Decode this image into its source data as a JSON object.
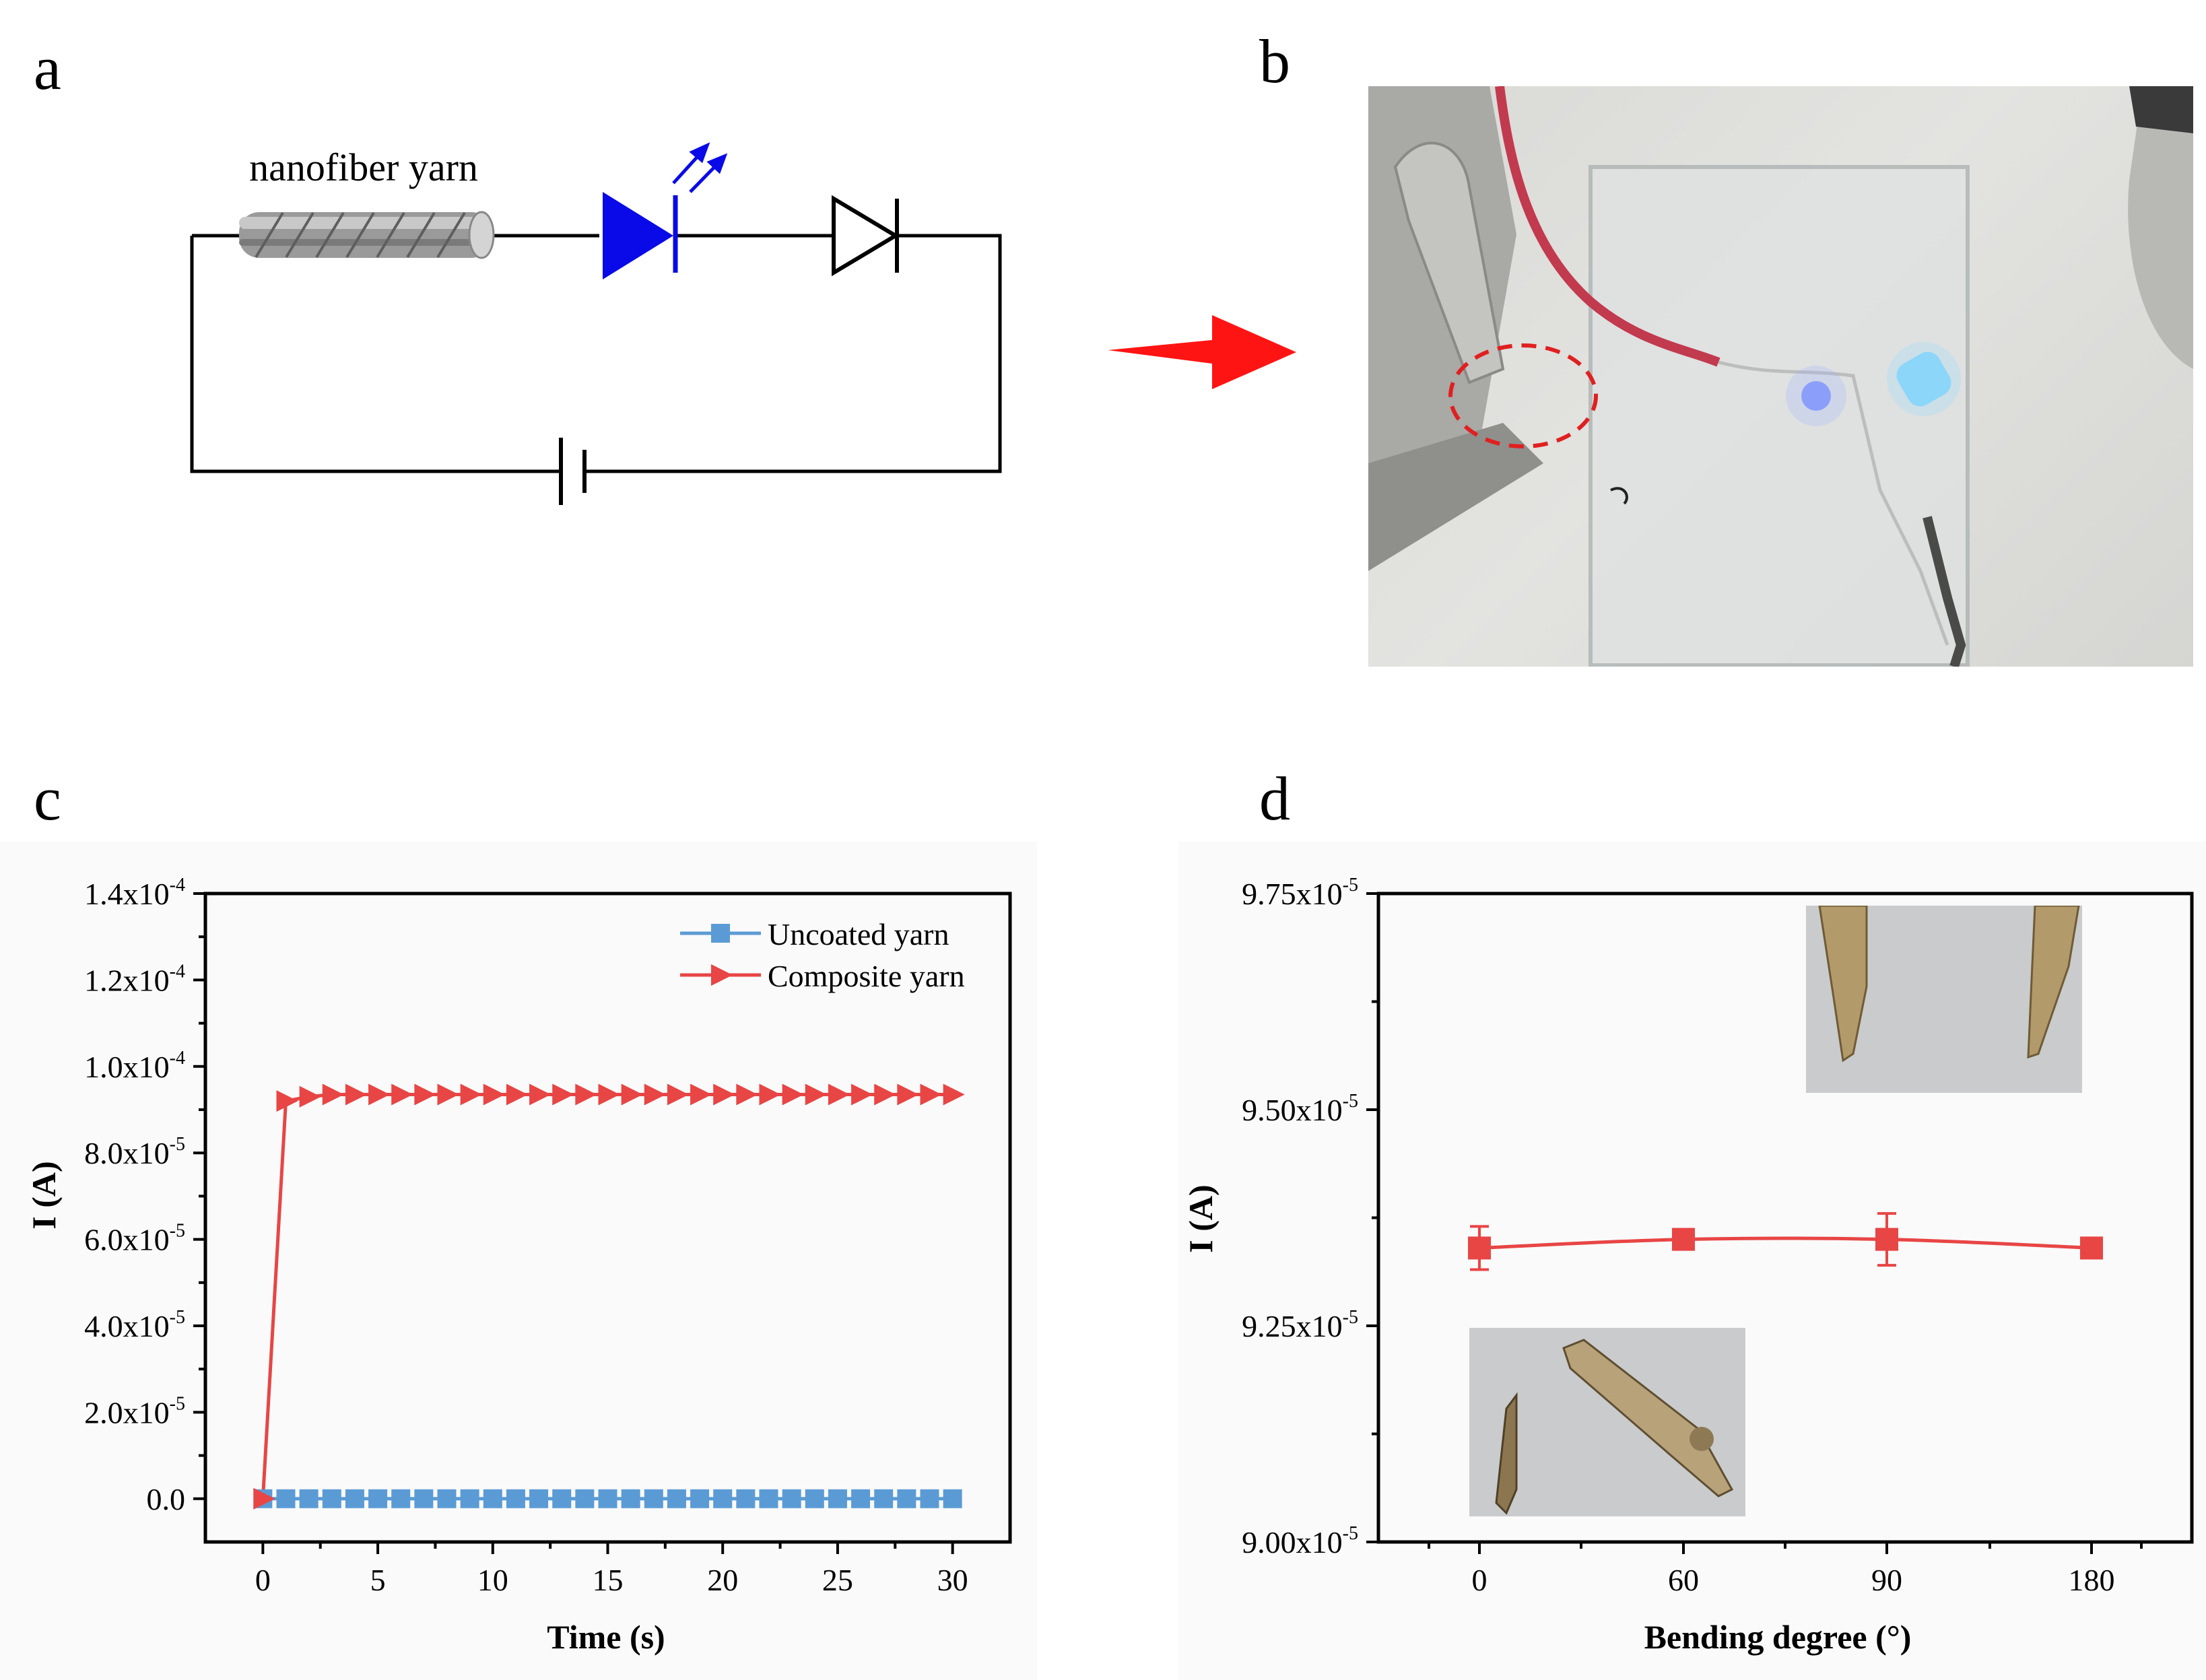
{
  "panels": {
    "a": "a",
    "b": "b",
    "c": "c",
    "d": "d"
  },
  "circuit": {
    "yarn_label": "nanofiber yarn"
  },
  "colors": {
    "red": "#e84545",
    "blue": "#5b9bd5",
    "led_blue": "#0a0ae8",
    "arrow_red": "#ff1414"
  },
  "chart_data": [
    {
      "id": "c",
      "type": "line",
      "xlabel": "Time (s)",
      "ylabel": "I (A)",
      "xlim": [
        -2.5,
        32.5
      ],
      "ylim": [
        -1e-05,
        0.00014
      ],
      "xticks": [
        0,
        5,
        10,
        15,
        20,
        25,
        30
      ],
      "xtick_labels": [
        "0",
        "5",
        "10",
        "15",
        "20",
        "25",
        "30"
      ],
      "yticks": [
        0,
        2e-05,
        4e-05,
        6e-05,
        8e-05,
        0.0001,
        0.00012,
        0.00014
      ],
      "ytick_labels": [
        {
          "m": "0.0",
          "e": ""
        },
        {
          "m": "2.0x10",
          "e": "-5"
        },
        {
          "m": "4.0x10",
          "e": "-5"
        },
        {
          "m": "6.0x10",
          "e": "-5"
        },
        {
          "m": "8.0x10",
          "e": "-5"
        },
        {
          "m": "1.0x10",
          "e": "-4"
        },
        {
          "m": "1.2x10",
          "e": "-4"
        },
        {
          "m": "1.4x10",
          "e": "-4"
        }
      ],
      "legend": "top-right",
      "series": [
        {
          "name": "Uncoated yarn",
          "marker": "square",
          "x": [
            0,
            1,
            2,
            3,
            4,
            5,
            6,
            7,
            8,
            9,
            10,
            11,
            12,
            13,
            14,
            15,
            16,
            17,
            18,
            19,
            20,
            21,
            22,
            23,
            24,
            25,
            26,
            27,
            28,
            29,
            30
          ],
          "y": [
            0,
            0,
            0,
            0,
            0,
            0,
            0,
            0,
            0,
            0,
            0,
            0,
            0,
            0,
            0,
            0,
            0,
            0,
            0,
            0,
            0,
            0,
            0,
            0,
            0,
            0,
            0,
            0,
            0,
            0,
            0
          ]
        },
        {
          "name": "Composite yarn",
          "marker": "triangle-right",
          "x": [
            0,
            1,
            2,
            3,
            4,
            5,
            6,
            7,
            8,
            9,
            10,
            11,
            12,
            13,
            14,
            15,
            16,
            17,
            18,
            19,
            20,
            21,
            22,
            23,
            24,
            25,
            26,
            27,
            28,
            29,
            30
          ],
          "y": [
            0,
            9.2e-05,
            9.3e-05,
            9.35e-05,
            9.35e-05,
            9.35e-05,
            9.35e-05,
            9.35e-05,
            9.35e-05,
            9.35e-05,
            9.35e-05,
            9.35e-05,
            9.35e-05,
            9.35e-05,
            9.35e-05,
            9.35e-05,
            9.35e-05,
            9.35e-05,
            9.35e-05,
            9.35e-05,
            9.35e-05,
            9.35e-05,
            9.35e-05,
            9.35e-05,
            9.35e-05,
            9.35e-05,
            9.35e-05,
            9.35e-05,
            9.35e-05,
            9.35e-05,
            9.35e-05
          ]
        }
      ]
    },
    {
      "id": "d",
      "type": "line",
      "xlabel": "Bending degree (°)",
      "ylabel": "I (A)",
      "categories": [
        "0",
        "60",
        "90",
        "180"
      ],
      "ylim": [
        9e-05,
        9.75e-05
      ],
      "yticks": [
        9e-05,
        9.25e-05,
        9.5e-05,
        9.75e-05
      ],
      "ytick_labels": [
        {
          "m": "9.00x10",
          "e": "-5"
        },
        {
          "m": "9.25x10",
          "e": "-5"
        },
        {
          "m": "9.50x10",
          "e": "-5"
        },
        {
          "m": "9.75x10",
          "e": "-5"
        }
      ],
      "series": [
        {
          "values": [
            9.34e-05,
            9.35e-05,
            9.35e-05,
            9.34e-05
          ],
          "errors": [
            2.5e-07,
            1e-07,
            3e-07,
            1e-07
          ]
        }
      ]
    }
  ]
}
